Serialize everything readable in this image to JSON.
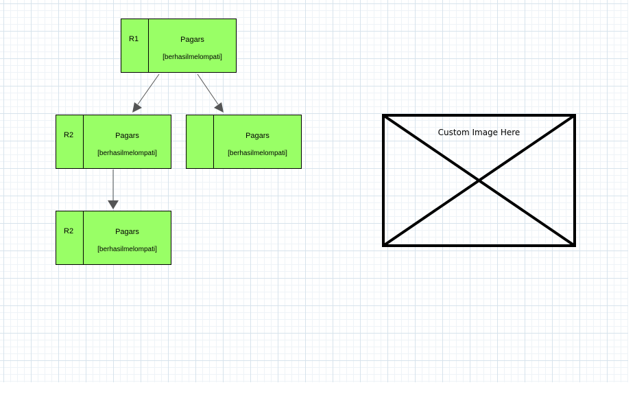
{
  "nodes": [
    {
      "id": "R1",
      "title": "Pagars",
      "subtitle": "[berhasilmelompati]"
    },
    {
      "id": "R2",
      "title": "Pagars",
      "subtitle": "[berhasilmelompati]"
    },
    {
      "id": "",
      "title": "Pagars",
      "subtitle": "[berhasilmelompati]"
    },
    {
      "id": "R2",
      "title": "Pagars",
      "subtitle": "[berhasilmelompati]"
    }
  ],
  "placeholder": {
    "label": "Custom Image Here"
  },
  "colors": {
    "node_fill": "#99ff66",
    "node_border": "#000000",
    "connector": "#555555",
    "grid_major": "#d7e3ec",
    "grid_minor": "#eef3f7"
  }
}
